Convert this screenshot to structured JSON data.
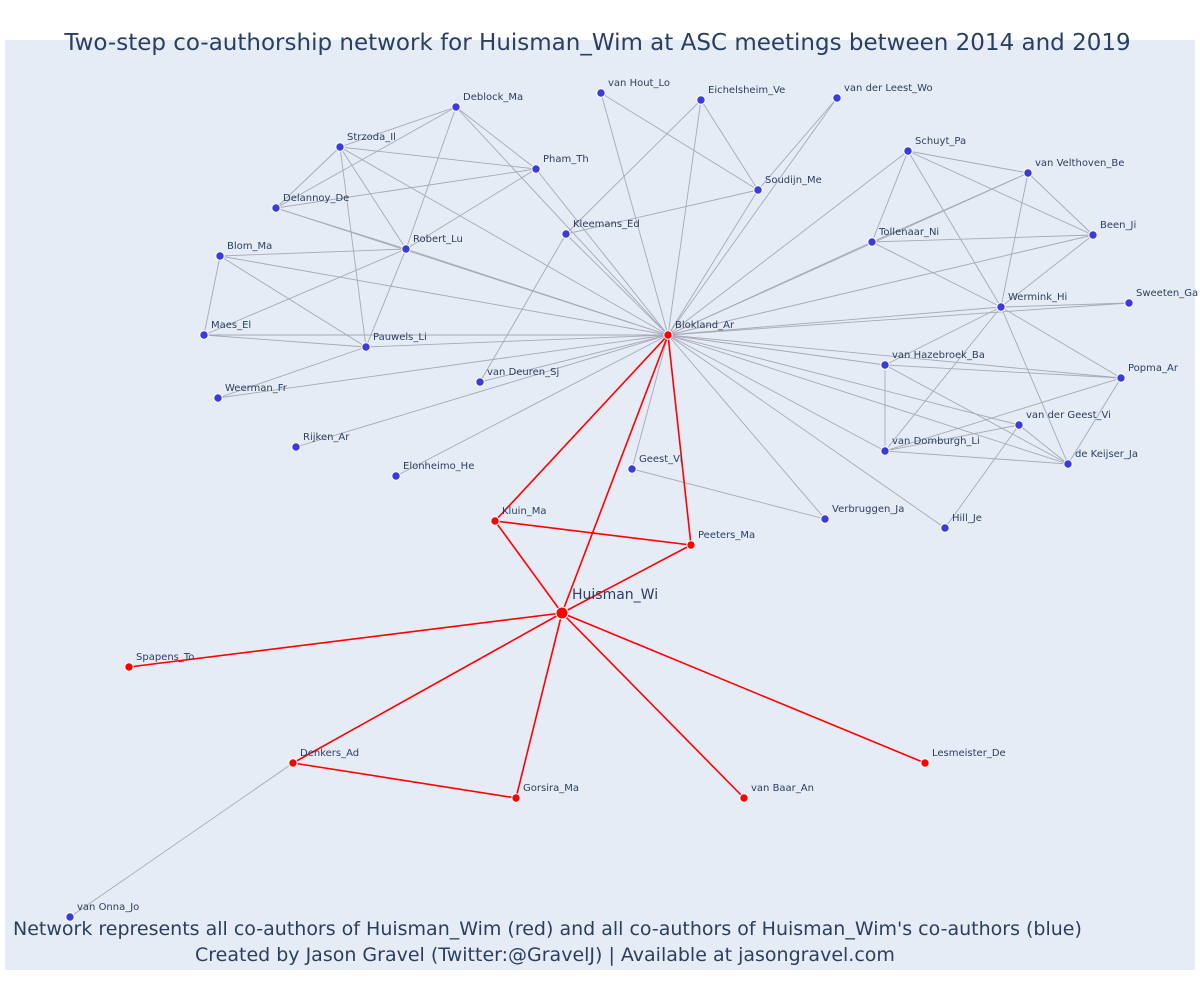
{
  "title": "Two-step co-authorship network for Huisman_Wim at ASC meetings between 2014 and 2019",
  "footer": {
    "line1": "Network represents all co-authors of Huisman_Wim (red) and all co-authors of Huisman_Wim's co-authors (blue)",
    "line2": "Created by Jason Gravel (Twitter:@GravelJ) | Available at jasongravel.com"
  },
  "colors": {
    "background": "#e5ecf6",
    "text": "#2a3f5f",
    "first_degree": "#ff0000",
    "second_degree": "#3b3bdc",
    "edge_first": "#ff0000",
    "edge_second": "#a8a8b8"
  },
  "nodes": [
    {
      "id": "Huisman_Wi",
      "group": "center"
    },
    {
      "id": "Blokland_Ar",
      "group": "first"
    },
    {
      "id": "Kluin_Ma",
      "group": "first"
    },
    {
      "id": "Peeters_Ma",
      "group": "first"
    },
    {
      "id": "Spapens_To",
      "group": "first"
    },
    {
      "id": "Denkers_Ad",
      "group": "first"
    },
    {
      "id": "Gorsira_Ma",
      "group": "first"
    },
    {
      "id": "van Baar_An",
      "group": "first"
    },
    {
      "id": "Lesmeister_De",
      "group": "first"
    },
    {
      "id": "van Hout_Lo",
      "group": "second"
    },
    {
      "id": "Eichelsheim_Ve",
      "group": "second"
    },
    {
      "id": "van der Leest_Wo",
      "group": "second"
    },
    {
      "id": "Deblock_Ma",
      "group": "second"
    },
    {
      "id": "Strzoda_Il",
      "group": "second"
    },
    {
      "id": "Pham_Th",
      "group": "second"
    },
    {
      "id": "Soudijn_Me",
      "group": "second"
    },
    {
      "id": "Delannoy_De",
      "group": "second"
    },
    {
      "id": "Kleemans_Ed",
      "group": "second"
    },
    {
      "id": "Robert_Lu",
      "group": "second"
    },
    {
      "id": "Blom_Ma",
      "group": "second"
    },
    {
      "id": "Maes_El",
      "group": "second"
    },
    {
      "id": "Pauwels_Li",
      "group": "second"
    },
    {
      "id": "Weerman_Fr",
      "group": "second"
    },
    {
      "id": "van Deuren_Sj",
      "group": "second"
    },
    {
      "id": "Rijken_Ar",
      "group": "second"
    },
    {
      "id": "Elonheimo_He",
      "group": "second"
    },
    {
      "id": "Geest_Vi",
      "group": "second"
    },
    {
      "id": "Schuyt_Pa",
      "group": "second"
    },
    {
      "id": "van Velthoven_Be",
      "group": "second"
    },
    {
      "id": "Tollenaar_Ni",
      "group": "second"
    },
    {
      "id": "Been_Ji",
      "group": "second"
    },
    {
      "id": "Sweeten_Ga",
      "group": "second"
    },
    {
      "id": "Wermink_Hi",
      "group": "second"
    },
    {
      "id": "van Hazebroek_Ba",
      "group": "second"
    },
    {
      "id": "Popma_Ar",
      "group": "second"
    },
    {
      "id": "van der Geest_Vi",
      "group": "second"
    },
    {
      "id": "van Domburgh_Li",
      "group": "second"
    },
    {
      "id": "de Keijser_Ja",
      "group": "second"
    },
    {
      "id": "Verbruggen_Ja",
      "group": "second"
    },
    {
      "id": "Hill_Je",
      "group": "second"
    },
    {
      "id": "van Onna_Jo",
      "group": "second"
    }
  ],
  "edges": [
    [
      "Huisman_Wi",
      "Blokland_Ar",
      "first"
    ],
    [
      "Huisman_Wi",
      "Kluin_Ma",
      "first"
    ],
    [
      "Huisman_Wi",
      "Peeters_Ma",
      "first"
    ],
    [
      "Huisman_Wi",
      "Spapens_To",
      "first"
    ],
    [
      "Huisman_Wi",
      "Denkers_Ad",
      "first"
    ],
    [
      "Huisman_Wi",
      "Gorsira_Ma",
      "first"
    ],
    [
      "Huisman_Wi",
      "van Baar_An",
      "first"
    ],
    [
      "Huisman_Wi",
      "Lesmeister_De",
      "first"
    ],
    [
      "Blokland_Ar",
      "Kluin_Ma",
      "first"
    ],
    [
      "Blokland_Ar",
      "Peeters_Ma",
      "first"
    ],
    [
      "Kluin_Ma",
      "Peeters_Ma",
      "first"
    ],
    [
      "Denkers_Ad",
      "Gorsira_Ma",
      "first"
    ],
    [
      "Denkers_Ad",
      "van Onna_Jo",
      "second"
    ],
    [
      "Blokland_Ar",
      "van Hout_Lo",
      "second"
    ],
    [
      "Blokland_Ar",
      "Eichelsheim_Ve",
      "second"
    ],
    [
      "Blokland_Ar",
      "van der Leest_Wo",
      "second"
    ],
    [
      "Blokland_Ar",
      "Deblock_Ma",
      "second"
    ],
    [
      "Blokland_Ar",
      "Strzoda_Il",
      "second"
    ],
    [
      "Blokland_Ar",
      "Pham_Th",
      "second"
    ],
    [
      "Blokland_Ar",
      "Soudijn_Me",
      "second"
    ],
    [
      "Blokland_Ar",
      "Delannoy_De",
      "second"
    ],
    [
      "Blokland_Ar",
      "Kleemans_Ed",
      "second"
    ],
    [
      "Blokland_Ar",
      "Robert_Lu",
      "second"
    ],
    [
      "Blokland_Ar",
      "Blom_Ma",
      "second"
    ],
    [
      "Blokland_Ar",
      "Maes_El",
      "second"
    ],
    [
      "Blokland_Ar",
      "Pauwels_Li",
      "second"
    ],
    [
      "Blokland_Ar",
      "Weerman_Fr",
      "second"
    ],
    [
      "Blokland_Ar",
      "van Deuren_Sj",
      "second"
    ],
    [
      "Blokland_Ar",
      "Rijken_Ar",
      "second"
    ],
    [
      "Blokland_Ar",
      "Elonheimo_He",
      "second"
    ],
    [
      "Blokland_Ar",
      "Geest_Vi",
      "second"
    ],
    [
      "Blokland_Ar",
      "Schuyt_Pa",
      "second"
    ],
    [
      "Blokland_Ar",
      "van Velthoven_Be",
      "second"
    ],
    [
      "Blokland_Ar",
      "Tollenaar_Ni",
      "second"
    ],
    [
      "Blokland_Ar",
      "Been_Ji",
      "second"
    ],
    [
      "Blokland_Ar",
      "Sweeten_Ga",
      "second"
    ],
    [
      "Blokland_Ar",
      "Wermink_Hi",
      "second"
    ],
    [
      "Blokland_Ar",
      "van Hazebroek_Ba",
      "second"
    ],
    [
      "Blokland_Ar",
      "Popma_Ar",
      "second"
    ],
    [
      "Blokland_Ar",
      "van der Geest_Vi",
      "second"
    ],
    [
      "Blokland_Ar",
      "van Domburgh_Li",
      "second"
    ],
    [
      "Blokland_Ar",
      "de Keijser_Ja",
      "second"
    ],
    [
      "Blokland_Ar",
      "Verbruggen_Ja",
      "second"
    ],
    [
      "Blokland_Ar",
      "Hill_Je",
      "second"
    ],
    [
      "Deblock_Ma",
      "Strzoda_Il",
      "second"
    ],
    [
      "Deblock_Ma",
      "Delannoy_De",
      "second"
    ],
    [
      "Deblock_Ma",
      "Robert_Lu",
      "second"
    ],
    [
      "Deblock_Ma",
      "Pham_Th",
      "second"
    ],
    [
      "Strzoda_Il",
      "Pham_Th",
      "second"
    ],
    [
      "Strzoda_Il",
      "Delannoy_De",
      "second"
    ],
    [
      "Strzoda_Il",
      "Robert_Lu",
      "second"
    ],
    [
      "Strzoda_Il",
      "Pauwels_Li",
      "second"
    ],
    [
      "Delannoy_De",
      "Pham_Th",
      "second"
    ],
    [
      "Delannoy_De",
      "Robert_Lu",
      "second"
    ],
    [
      "Robert_Lu",
      "Pham_Th",
      "second"
    ],
    [
      "Robert_Lu",
      "Blom_Ma",
      "second"
    ],
    [
      "Robert_Lu",
      "Maes_El",
      "second"
    ],
    [
      "Robert_Lu",
      "Pauwels_Li",
      "second"
    ],
    [
      "Blom_Ma",
      "Maes_El",
      "second"
    ],
    [
      "Blom_Ma",
      "Pauwels_Li",
      "second"
    ],
    [
      "Maes_El",
      "Pauwels_Li",
      "second"
    ],
    [
      "Pauwels_Li",
      "Weerman_Fr",
      "second"
    ],
    [
      "Eichelsheim_Ve",
      "Kleemans_Ed",
      "second"
    ],
    [
      "Eichelsheim_Ve",
      "Soudijn_Me",
      "second"
    ],
    [
      "van Hout_Lo",
      "Soudijn_Me",
      "second"
    ],
    [
      "Kleemans_Ed",
      "Soudijn_Me",
      "second"
    ],
    [
      "Kleemans_Ed",
      "van Deuren_Sj",
      "second"
    ],
    [
      "van der Leest_Wo",
      "Soudijn_Me",
      "second"
    ],
    [
      "Geest_Vi",
      "Verbruggen_Ja",
      "second"
    ],
    [
      "Schuyt_Pa",
      "Tollenaar_Ni",
      "second"
    ],
    [
      "Schuyt_Pa",
      "Been_Ji",
      "second"
    ],
    [
      "Schuyt_Pa",
      "Wermink_Hi",
      "second"
    ],
    [
      "Schuyt_Pa",
      "van Velthoven_Be",
      "second"
    ],
    [
      "van Velthoven_Be",
      "Tollenaar_Ni",
      "second"
    ],
    [
      "van Velthoven_Be",
      "Wermink_Hi",
      "second"
    ],
    [
      "van Velthoven_Be",
      "Been_Ji",
      "second"
    ],
    [
      "Tollenaar_Ni",
      "Wermink_Hi",
      "second"
    ],
    [
      "Tollenaar_Ni",
      "Been_Ji",
      "second"
    ],
    [
      "Been_Ji",
      "Wermink_Hi",
      "second"
    ],
    [
      "Wermink_Hi",
      "Sweeten_Ga",
      "second"
    ],
    [
      "Wermink_Hi",
      "Popma_Ar",
      "second"
    ],
    [
      "Wermink_Hi",
      "van Hazebroek_Ba",
      "second"
    ],
    [
      "Wermink_Hi",
      "van Domburgh_Li",
      "second"
    ],
    [
      "Wermink_Hi",
      "de Keijser_Ja",
      "second"
    ],
    [
      "van Hazebroek_Ba",
      "Popma_Ar",
      "second"
    ],
    [
      "van Hazebroek_Ba",
      "van Domburgh_Li",
      "second"
    ],
    [
      "van Hazebroek_Ba",
      "de Keijser_Ja",
      "second"
    ],
    [
      "Popma_Ar",
      "van Domburgh_Li",
      "second"
    ],
    [
      "Popma_Ar",
      "de Keijser_Ja",
      "second"
    ],
    [
      "van der Geest_Vi",
      "van Domburgh_Li",
      "second"
    ],
    [
      "van der Geest_Vi",
      "de Keijser_Ja",
      "second"
    ],
    [
      "van der Geest_Vi",
      "Hill_Je",
      "second"
    ],
    [
      "van Domburgh_Li",
      "de Keijser_Ja",
      "second"
    ]
  ]
}
